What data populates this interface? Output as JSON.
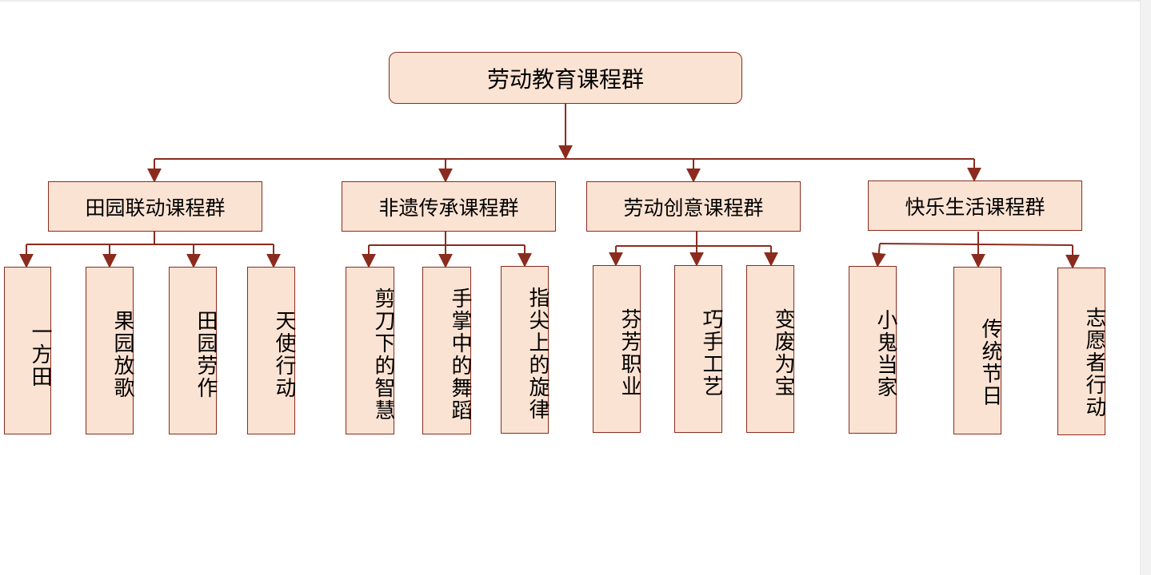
{
  "root": {
    "label": "劳动教育课程群"
  },
  "groups": [
    {
      "label": "田园联动课程群",
      "items": [
        "一方田",
        "果园放歌",
        "田园劳作",
        "天使行动"
      ]
    },
    {
      "label": "非遗传承课程群",
      "items": [
        "剪刀下的智慧",
        "手掌中的舞蹈",
        "指尖上的旋律"
      ]
    },
    {
      "label": "劳动创意课程群",
      "items": [
        "芬芳职业",
        "巧手工艺",
        "变废为宝"
      ]
    },
    {
      "label": "快乐生活课程群",
      "items": [
        "小鬼当家",
        "传统节日",
        "志愿者行动"
      ]
    }
  ],
  "colors": {
    "box_fill": "#fbe3d3",
    "line": "#8b2b1e"
  }
}
